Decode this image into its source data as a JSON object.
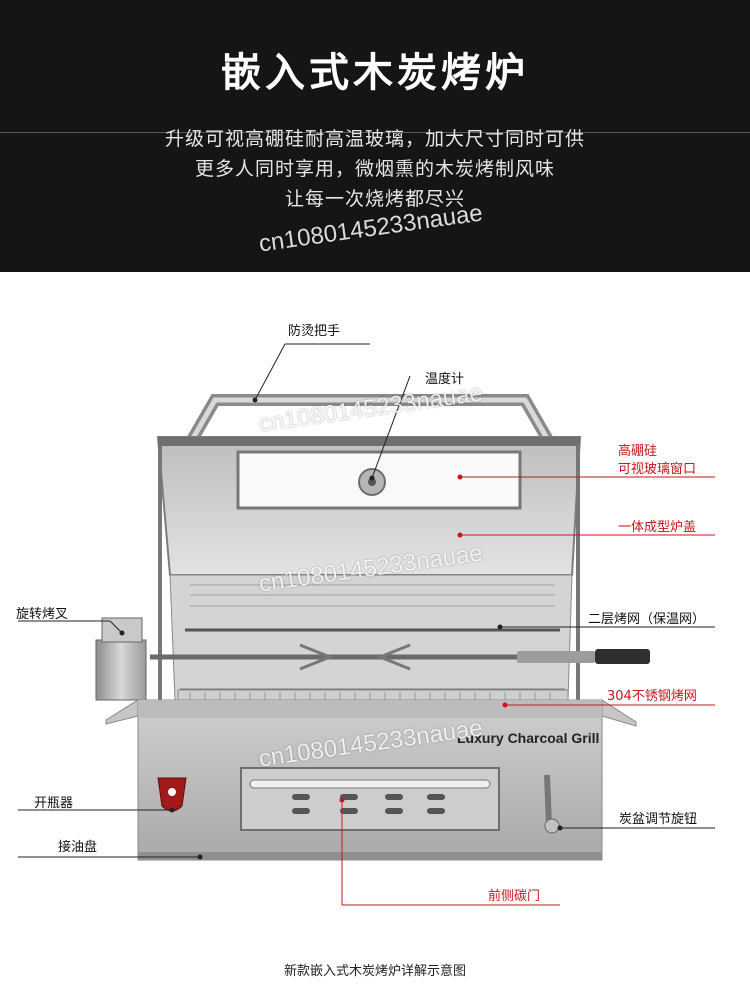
{
  "title": "嵌入式木炭烤炉",
  "description": [
    "升级可视高硼硅耐高温玻璃，加大尺寸同时可供",
    "更多人同时享用，微烟熏的木炭烤制风味",
    "让每一次烧烤都尽兴"
  ],
  "labels": {
    "heat_proof_handle": "防烫把手",
    "thermometer": "温度计",
    "glass_window_line1": "高硼硅",
    "glass_window_line2": "可视玻璃窗口",
    "one_piece_lid": "一体成型炉盖",
    "rotisserie": "旋转烤叉",
    "second_rack": "二层烤网（保温网）",
    "steel_grill": "304不锈钢烤网",
    "bottle_opener": "开瓶器",
    "charcoal_knob": "炭盆调节旋钮",
    "drip_tray": "接油盘",
    "front_charcoal_door": "前侧碳门"
  },
  "brand_plate": "Luxury Charcoal Grill",
  "caption": "新款嵌入式木炭烤炉详解示意图",
  "watermark": "cn1080145233nauae",
  "colors": {
    "accent_red": "#c8161d",
    "header_bg": "#151515"
  }
}
